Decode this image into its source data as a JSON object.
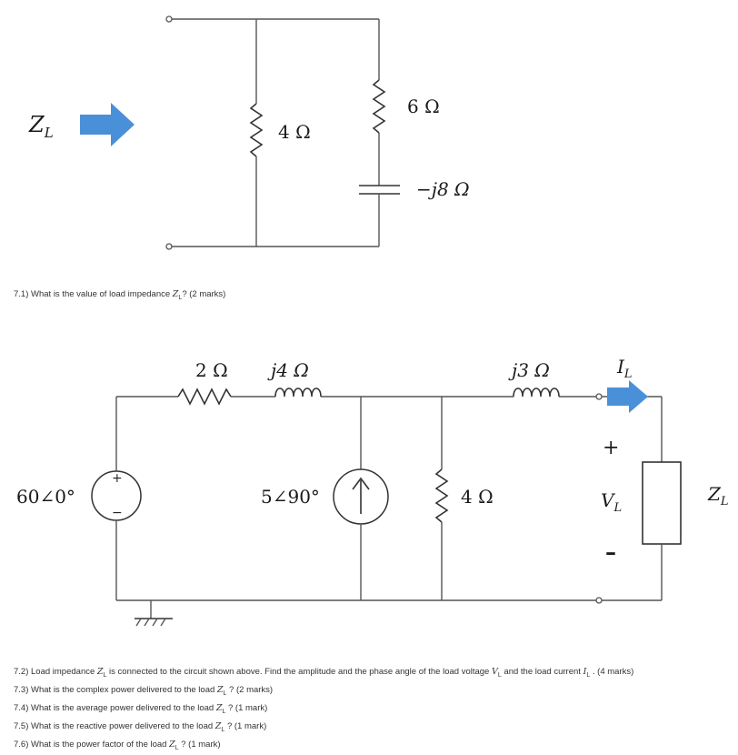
{
  "circuit1": {
    "zl_label": "Z",
    "zl_sub": "L",
    "r1": "4 Ω",
    "r2": "6 Ω",
    "c": "−j8 Ω"
  },
  "circuit2": {
    "source": "60∠0°",
    "source_plus": "+",
    "source_minus": "−",
    "r_series": "2 Ω",
    "l_series": "j4 Ω",
    "current_source": "5∠90°",
    "r_shunt": "4 Ω",
    "l_out": "j3 Ω",
    "il": "I",
    "il_sub": "L",
    "vl_plus": "+",
    "vl": "V",
    "vl_sub": "L",
    "vl_minus": "–",
    "zl": "Z",
    "zl_sub": "L"
  },
  "questions": {
    "q1_pre": "7.1) What is the value of load impedance ",
    "q1_z": "Z",
    "q1_zs": "L",
    "q1_post": "? (2 marks)",
    "q2_pre": "7.2) Load impedance ",
    "q2_z": "Z",
    "q2_zs": "L",
    "q2_mid": " is connected to the circuit shown above. Find the amplitude and the phase angle of the load voltage ",
    "q2_v": "V",
    "q2_vs": "L",
    "q2_mid2": " and the load current ",
    "q2_i": "I",
    "q2_is": "L",
    "q2_post": " . (4 marks)",
    "q3_pre": "7.3) What is the complex power delivered to the load ",
    "q3_z": "Z",
    "q3_zs": "L",
    "q3_post": " ? (2 marks)",
    "q4_pre": "7.4) What is the average power delivered to the load ",
    "q4_z": "Z",
    "q4_zs": "L",
    "q4_post": " ? (1 mark)",
    "q5_pre": "7.5) What is the reactive power delivered to the load ",
    "q5_z": "Z",
    "q5_zs": "L",
    "q5_post": " ? (1 mark)",
    "q6_pre": "7.6) What is the power factor of the load ",
    "q6_z": "Z",
    "q6_zs": "L",
    "q6_post": " ? (1 mark)"
  },
  "colors": {
    "arrow": "#4a90d9",
    "wire": "#555555"
  }
}
